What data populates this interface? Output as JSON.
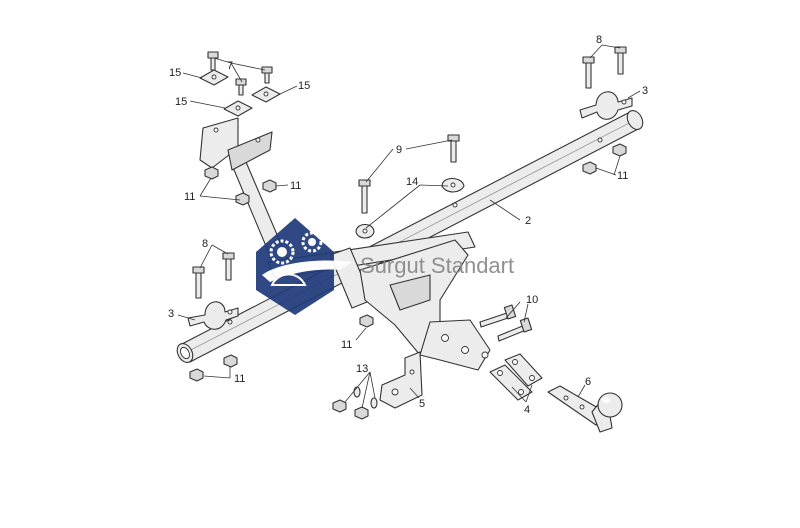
{
  "watermark": {
    "text": "Surgut Standart",
    "logo": "gears-car-logo"
  },
  "callouts": {
    "c15a": "15",
    "c15b": "15",
    "c15c": "15",
    "c7": "7",
    "c11a": "11",
    "c11b": "11",
    "c11c": "11",
    "c11d": "11",
    "c11e": "11",
    "c8a": "8",
    "c8b": "8",
    "c3a": "3",
    "c3b": "3",
    "c9": "9",
    "c14": "14",
    "c2": "2",
    "c10": "10",
    "c13": "13",
    "c5": "5",
    "c4": "4",
    "c6": "6"
  },
  "colors": {
    "logo_blue": "#1f3a7a",
    "line": "#333333",
    "metal": "#ececec"
  }
}
